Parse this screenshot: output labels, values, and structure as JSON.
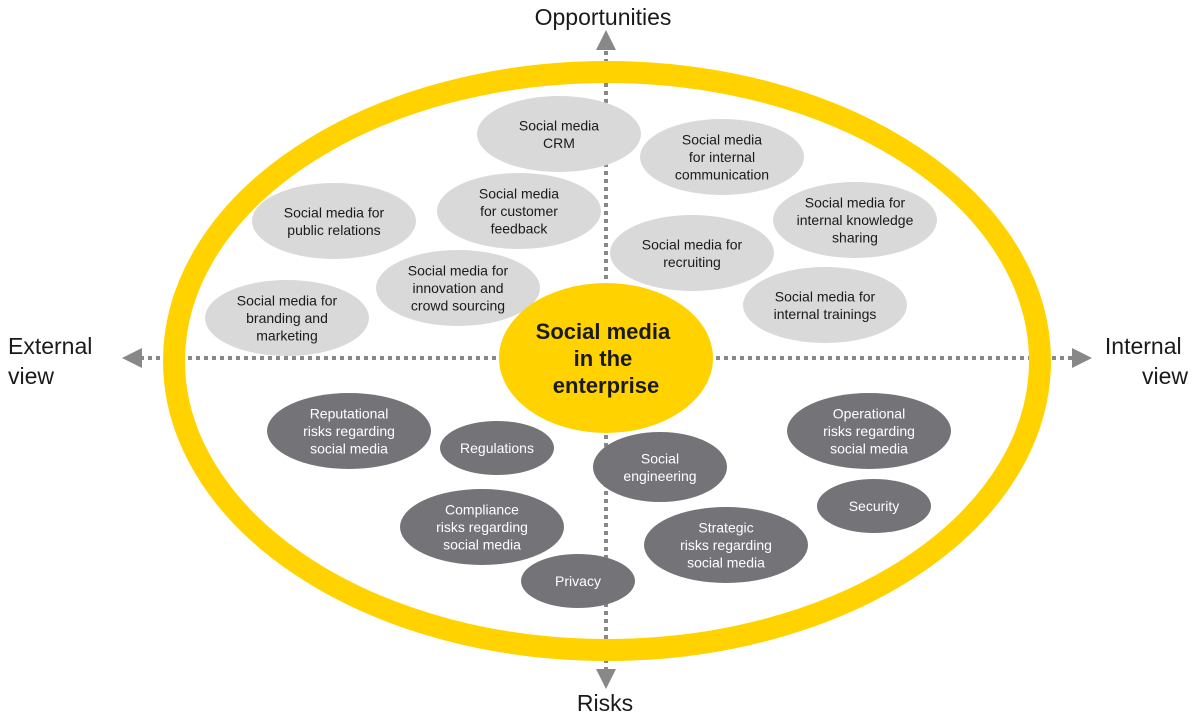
{
  "axes": {
    "top": "Opportunities",
    "bottom": "Risks",
    "left": [
      "External",
      "view"
    ],
    "right": [
      "Internal",
      "view"
    ]
  },
  "center": {
    "lines": [
      "Social media",
      "in the",
      "enterprise"
    ],
    "color": "#FFD200"
  },
  "colors": {
    "ring": "#FFD200",
    "opportunity_fill": "#D9D9D9",
    "opportunity_text": "#1a1a1a",
    "risk_fill": "#747378",
    "risk_text": "#ffffff",
    "axis_line": "#888888"
  },
  "opportunities": [
    {
      "id": "crm",
      "lines": [
        "Social media",
        "CRM"
      ]
    },
    {
      "id": "internal-communication",
      "lines": [
        "Social media",
        "for internal",
        "communication"
      ]
    },
    {
      "id": "public-relations",
      "lines": [
        "Social media for",
        "public relations"
      ]
    },
    {
      "id": "customer-feedback",
      "lines": [
        "Social media",
        "for customer",
        "feedback"
      ]
    },
    {
      "id": "internal-knowledge-sharing",
      "lines": [
        "Social media for",
        "internal knowledge",
        "sharing"
      ]
    },
    {
      "id": "recruiting",
      "lines": [
        "Social media for",
        "recruiting"
      ]
    },
    {
      "id": "innovation-crowd-sourcing",
      "lines": [
        "Social media for",
        "innovation and",
        "crowd sourcing"
      ]
    },
    {
      "id": "branding-marketing",
      "lines": [
        "Social media for",
        "branding and",
        "marketing"
      ]
    },
    {
      "id": "internal-trainings",
      "lines": [
        "Social media for",
        "internal trainings"
      ]
    }
  ],
  "risks": [
    {
      "id": "reputational-risks",
      "lines": [
        "Reputational",
        "risks regarding",
        "social media"
      ]
    },
    {
      "id": "regulations",
      "lines": [
        "Regulations"
      ]
    },
    {
      "id": "social-engineering",
      "lines": [
        "Social",
        "engineering"
      ]
    },
    {
      "id": "operational-risks",
      "lines": [
        "Operational",
        "risks regarding",
        "social media"
      ]
    },
    {
      "id": "security",
      "lines": [
        "Security"
      ]
    },
    {
      "id": "compliance-risks",
      "lines": [
        "Compliance",
        "risks regarding",
        "social media"
      ]
    },
    {
      "id": "strategic-risks",
      "lines": [
        "Strategic",
        "risks regarding",
        "social media"
      ]
    },
    {
      "id": "privacy",
      "lines": [
        "Privacy"
      ]
    }
  ]
}
